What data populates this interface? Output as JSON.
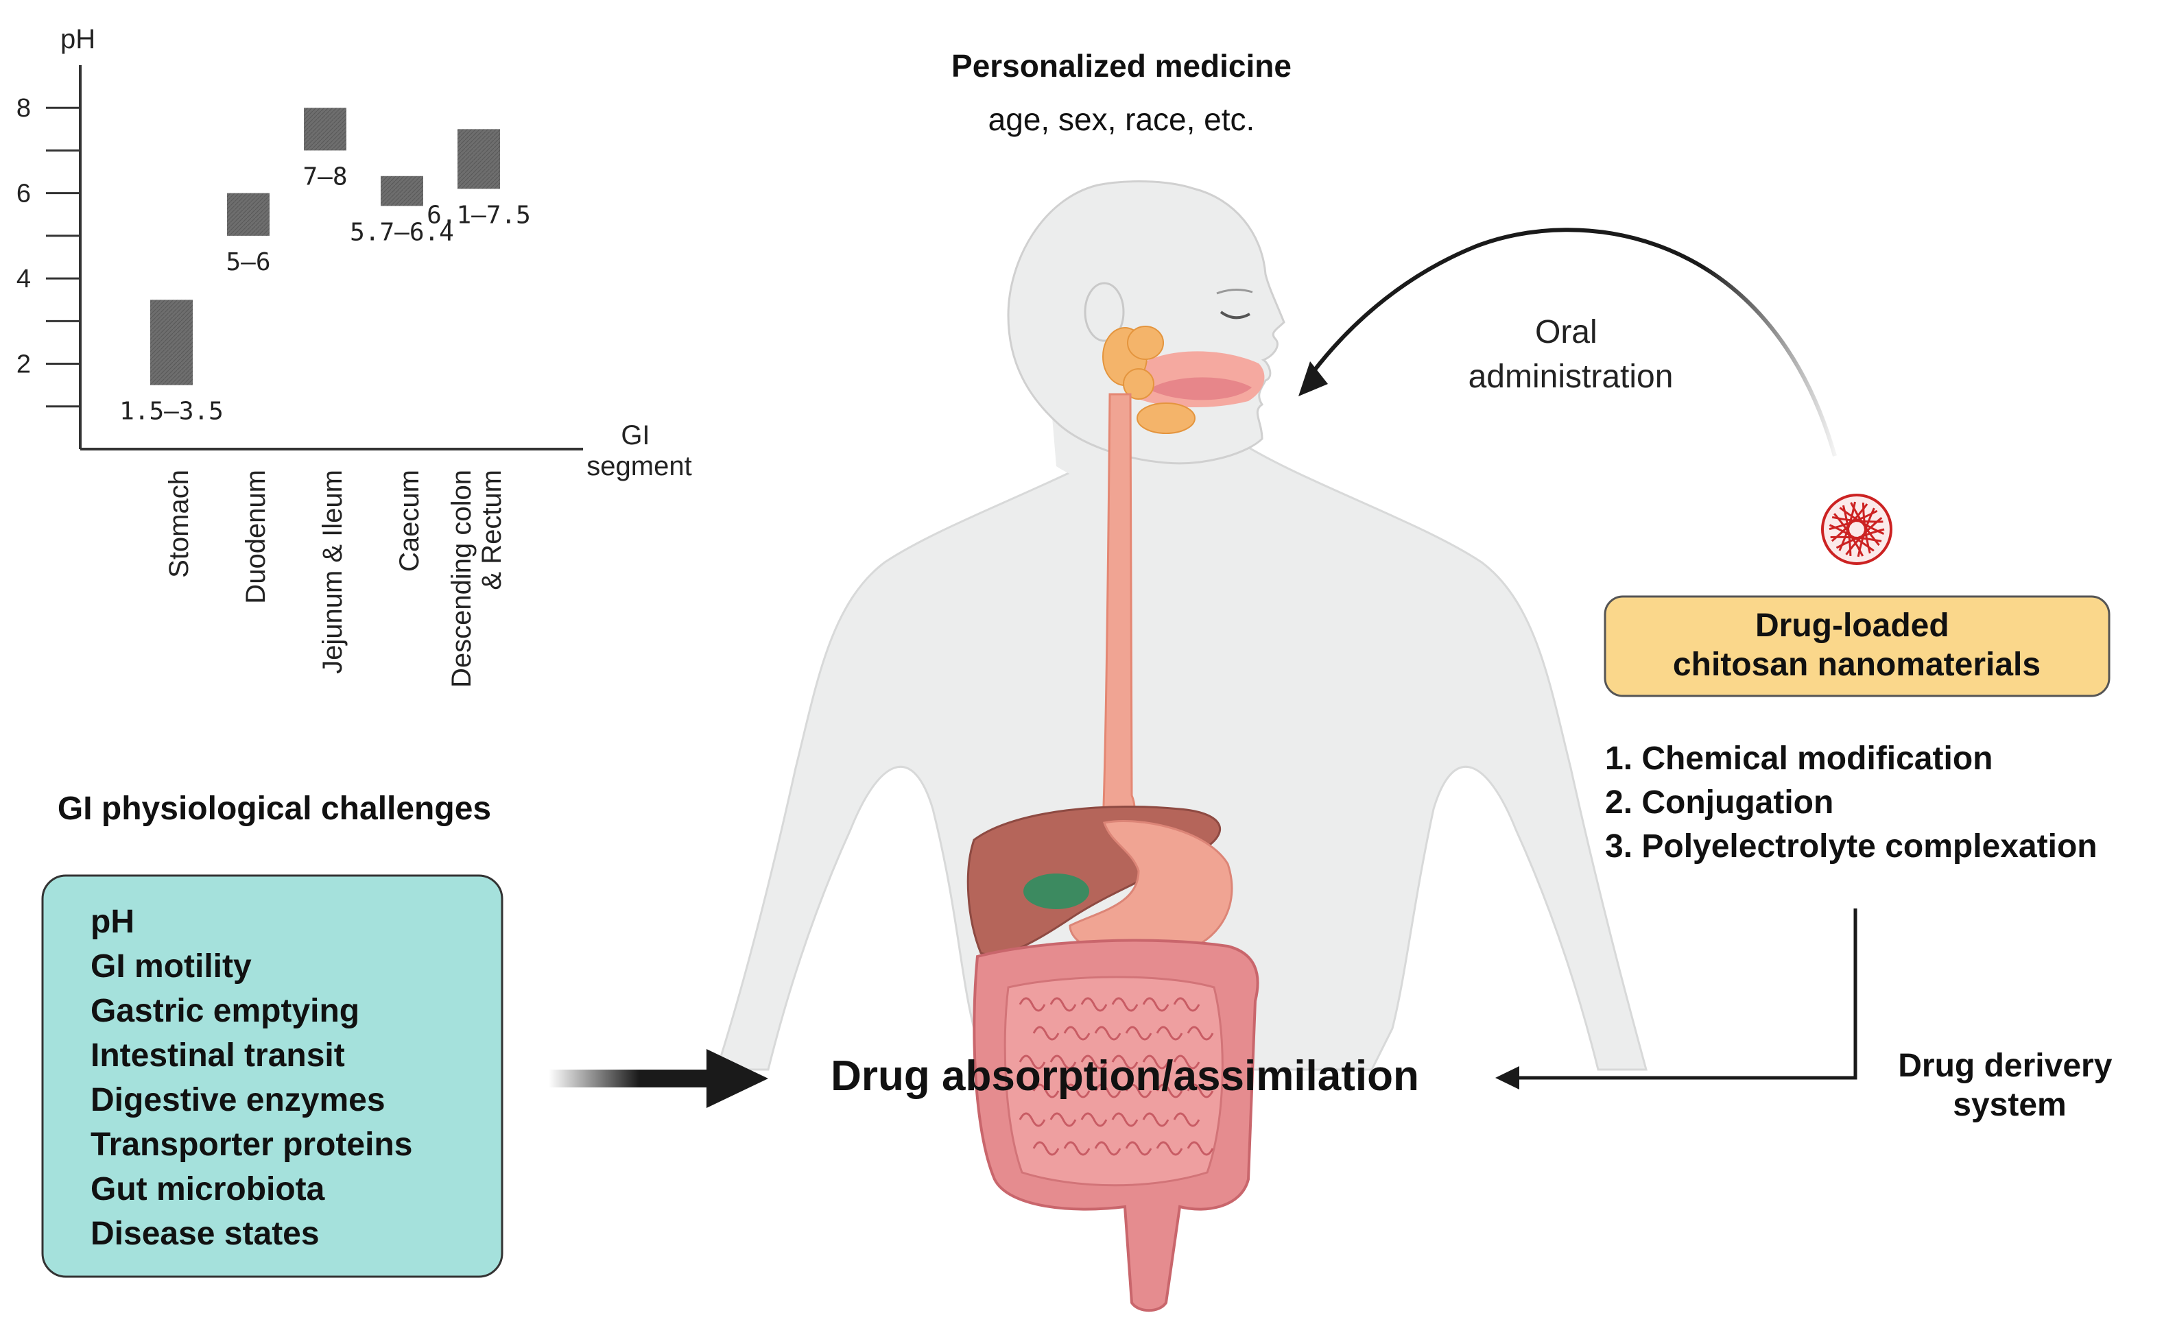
{
  "ph_chart": {
    "chart_data": {
      "type": "bar",
      "ylabel": "pH",
      "xlabel": "GI\nsegment",
      "yticks": [
        "2",
        "4",
        "6",
        "8"
      ],
      "ylim": [
        0,
        9
      ],
      "categories": [
        "Stomach",
        "Duodenum",
        "Jejunum & Ileum",
        "Caecum",
        "Descending colon\n& Rectum"
      ],
      "ranges": [
        {
          "low": 1.5,
          "high": 3.5,
          "label": "1.5–3.5"
        },
        {
          "low": 5,
          "high": 6,
          "label": "5–6"
        },
        {
          "low": 7,
          "high": 8,
          "label": "7–8"
        },
        {
          "low": 5.7,
          "high": 6.4,
          "label": "5.7–6.4"
        },
        {
          "low": 6.1,
          "high": 7.5,
          "label": "6.1–7.5"
        }
      ],
      "bar_color": "#707070"
    }
  },
  "personalized": {
    "title": "Personalized medicine",
    "subtitle": "age, sex, race, etc."
  },
  "oral_admin": {
    "line1": "Oral",
    "line2": "administration"
  },
  "nanomaterials": {
    "line1": "Drug-loaded",
    "line2": "chitosan nanomaterials",
    "fill": "#fad78b",
    "strategies": [
      "1. Chemical modification",
      "2. Conjugation",
      "3. Polyelectrolyte complexation"
    ]
  },
  "delivery": {
    "line1": "Drug derivery",
    "line2": "system"
  },
  "challenges": {
    "title": "GI physiological challenges",
    "fill": "#a5e1dc",
    "items": [
      "pH",
      "GI motility",
      "Gastric emptying",
      "Intestinal transit",
      "Digestive enzymes",
      "Transporter proteins",
      "Gut microbiota",
      "Disease states"
    ]
  },
  "center_label": "Drug absorption/assimilation",
  "colors": {
    "body": "#eceded",
    "liver": "#b5655a",
    "stomach": "#f0a493",
    "intestine": "#e58c8f",
    "gallbladder": "#3c8a60",
    "salivary": "#f4b46a",
    "nanoparticle": "#cc2222"
  }
}
